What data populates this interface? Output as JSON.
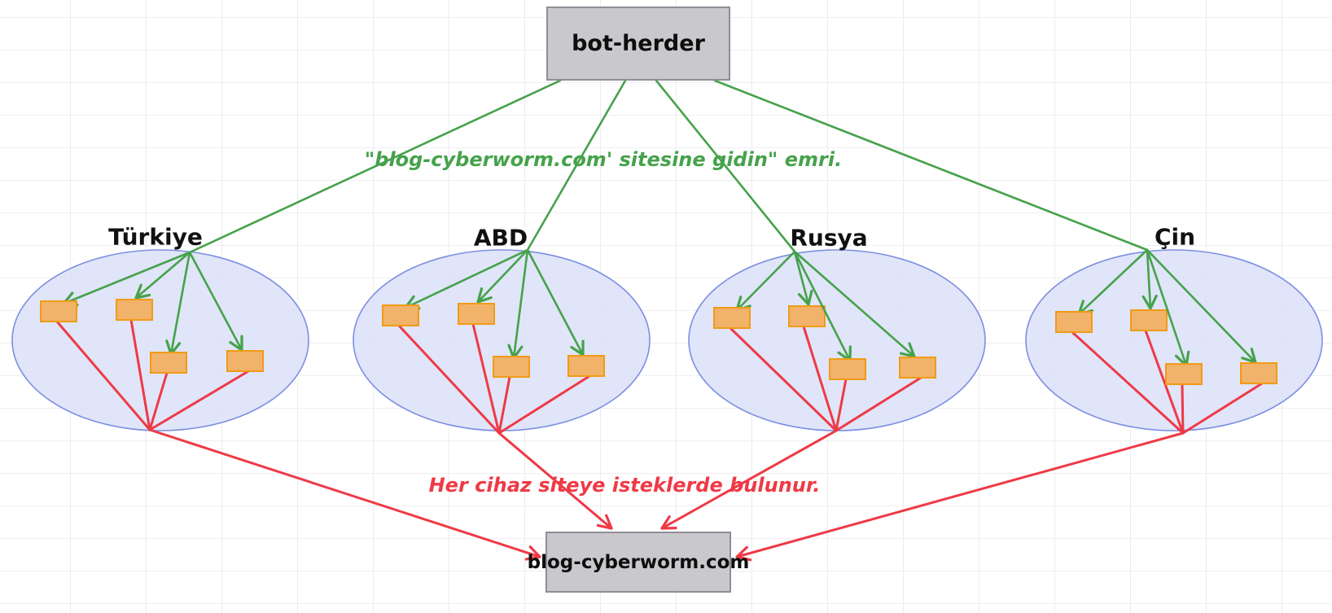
{
  "diagram": {
    "bot_herder_label": "bot-herder",
    "site_label": "blog-cyberworm.com",
    "command_annotation": "\"blog-cyberworm.com' sitesine gidin\" emri.",
    "response_annotation": "Her cihaz siteye isteklerde bulunur.",
    "countries": [
      {
        "name": "Türkiye",
        "device_count": 4
      },
      {
        "name": "ABD",
        "device_count": 4
      },
      {
        "name": "Rusya",
        "device_count": 4
      },
      {
        "name": "Çin",
        "device_count": 4
      }
    ],
    "colors": {
      "command_green": "#46a24b",
      "request_red": "#ee3a46",
      "node_fill": "#c9c9cd",
      "node_border": "#8e8e96",
      "region_fill": "#dbe1f8",
      "region_border": "#7d8fe1",
      "device_fill": "#f1b26a",
      "device_border": "#f09b16"
    }
  }
}
